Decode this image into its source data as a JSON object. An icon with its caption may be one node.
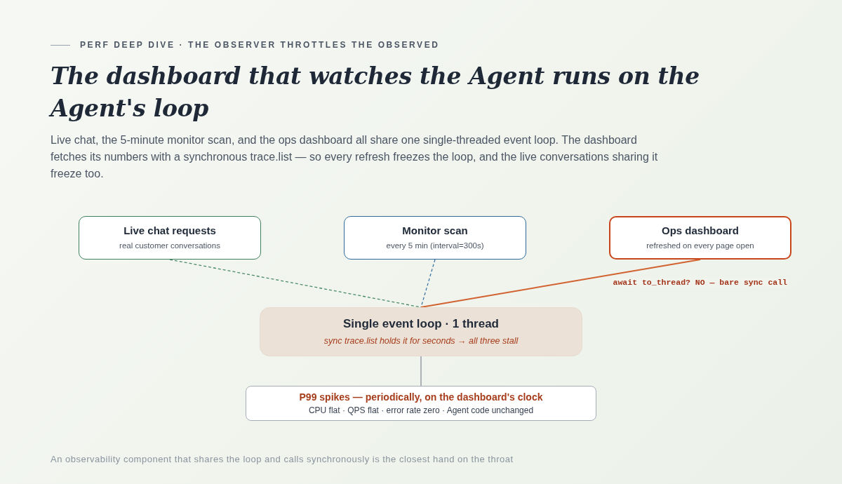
{
  "diagram": {
    "title": "The dashboard that watches the Agent runs on the Agent's loop",
    "nodes": [
      {
        "text": [
          "Live chat requests",
          "real customer conversations"
        ]
      },
      {
        "text": [
          "Monitor scan",
          "every 5 min (interval=300s)"
        ]
      },
      {
        "text": [
          "Ops dashboard",
          "refreshed on every page open"
        ]
      },
      {
        "text": [
          "Single event loop · 1 thread",
          "sync trace.list holds it for seconds → all three stall"
        ]
      },
      {
        "text": [
          "P99 spikes — periodically, on the dashboard's clock",
          "CPU flat · QPS flat · error rate zero · Agent code unchanged"
        ]
      }
    ],
    "edges": [
      {
        "from": 0,
        "to": 3,
        "arrow": "none",
        "style": "dashed",
        "color": "#4a8a66"
      },
      {
        "from": 1,
        "to": 3,
        "arrow": "none",
        "style": "dashed",
        "color": "#3f77a6"
      },
      {
        "from": 2,
        "to": 3,
        "arrow": "none",
        "label": "await to_thread? NO — bare sync call",
        "color": "#d2622f"
      },
      {
        "from": 3,
        "to": 4,
        "arrow": "none",
        "color": "#a8aeb6"
      }
    ],
    "labels": [
      "PERF DEEP DIVE · THE OBSERVER THROTTLES THE OBSERVED",
      "Live chat, the 5-minute monitor scan, and the ops dashboard all share one single-threaded event loop. The dashboard fetches its numbers with a synchronous trace.list — so every refresh freezes the loop, and the live conversations sharing it freeze too.",
      "An observability component that shares the loop and calls synchronously is the closest hand on the throat"
    ]
  }
}
